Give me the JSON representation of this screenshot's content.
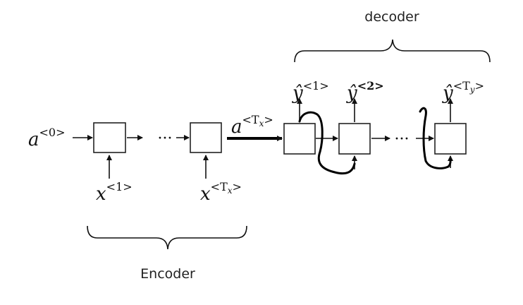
{
  "labels": {
    "decoder": "decoder",
    "encoder": "Encoder",
    "a0": {
      "base": "a",
      "sup": "<0>"
    },
    "aTx": {
      "base": "a",
      "sup": "<T",
      "sub": "x",
      "close": ">"
    },
    "x1": {
      "base": "x",
      "sup": "<1>"
    },
    "xTx": {
      "base": "x",
      "sup": "<T",
      "sub": "x",
      "close": ">"
    },
    "y1": {
      "base": "ŷ",
      "sup": "<1>"
    },
    "y2": {
      "base": "ŷ",
      "sup": "<2>"
    },
    "yTy": {
      "base": "ŷ",
      "sup": "<T",
      "sub": "y",
      "close": ">"
    },
    "dots": "···"
  }
}
